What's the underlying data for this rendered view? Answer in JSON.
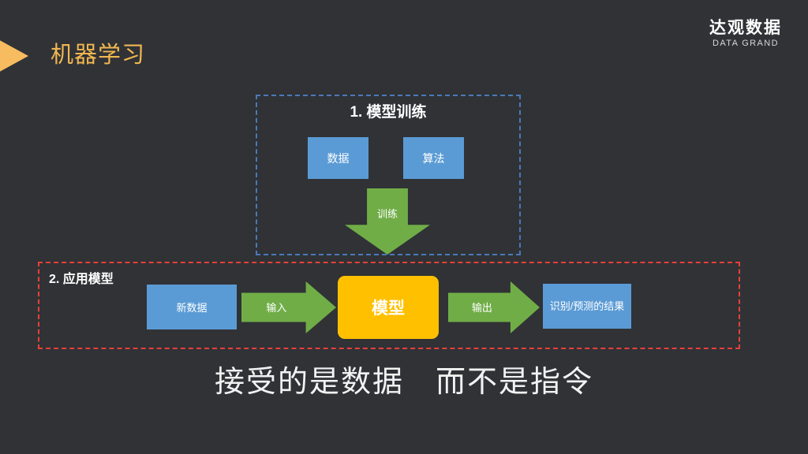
{
  "slide": {
    "title": "机器学习",
    "background_color": "#303236",
    "title_color": "#f2b750",
    "marker_icon": "triangle-right-icon"
  },
  "logo": {
    "cn": "达观数据",
    "en": "DATA GRAND"
  },
  "sections": {
    "training": {
      "title": "1. 模型训练",
      "border_color": "#4a79b8",
      "border_style": "dashed",
      "boxes": [
        {
          "label": "数据",
          "color": "#5b9bd5"
        },
        {
          "label": "算法",
          "color": "#5b9bd5"
        }
      ],
      "arrow": {
        "label": "训练",
        "direction": "down",
        "color": "#70ad47"
      }
    },
    "application": {
      "title": "2. 应用模型",
      "border_color": "#e8403a",
      "border_style": "dashed",
      "flow": [
        {
          "type": "box",
          "label": "新数据",
          "color": "#5b9bd5"
        },
        {
          "type": "arrow",
          "label": "输入",
          "direction": "right",
          "color": "#70ad47"
        },
        {
          "type": "box",
          "label": "模型",
          "color": "#ffc000"
        },
        {
          "type": "arrow",
          "label": "输出",
          "direction": "right",
          "color": "#70ad47"
        },
        {
          "type": "box",
          "label": "识别/预测的结果",
          "color": "#5b9bd5"
        }
      ]
    }
  },
  "caption": "接受的是数据　而不是指令"
}
